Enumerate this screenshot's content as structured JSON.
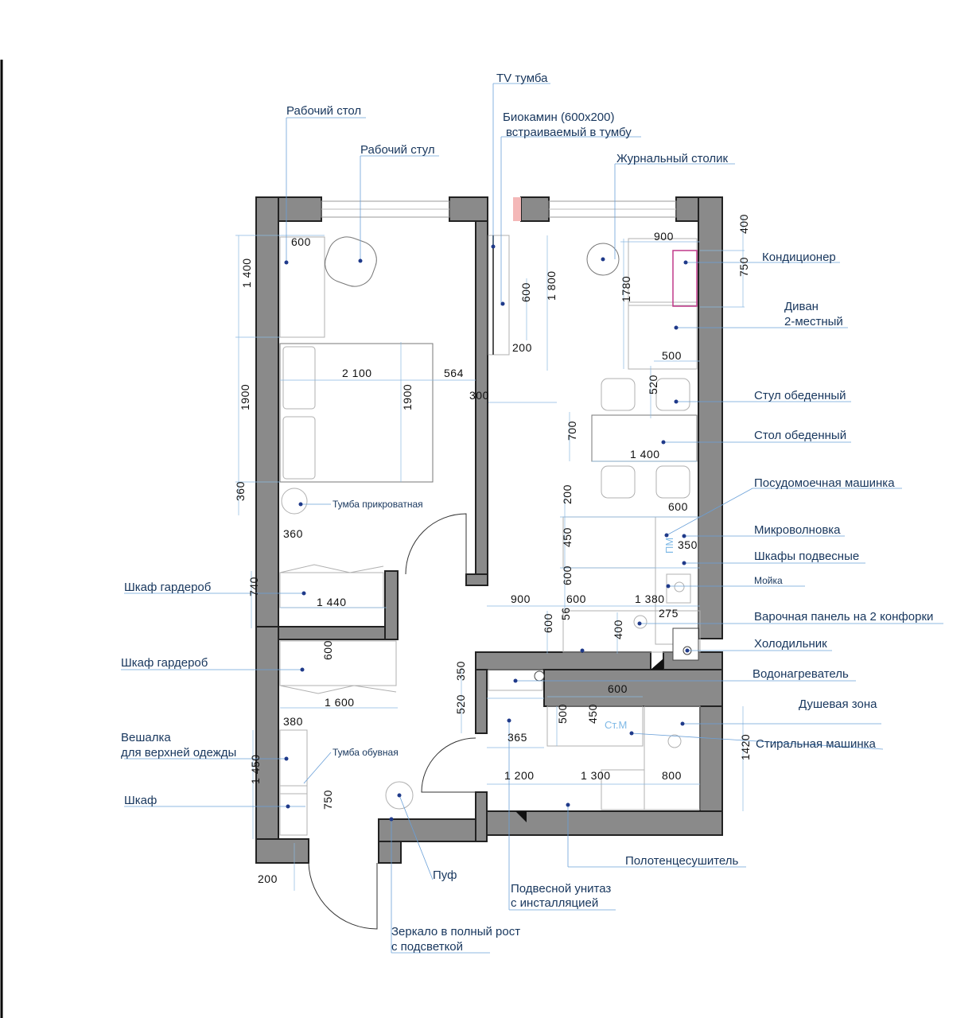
{
  "labels": {
    "tv_stand": "TV тумба",
    "biofireplace_1": "Биокамин (600х200)",
    "biofireplace_2": "встраиваемый в тумбу",
    "work_desk": "Рабочий стол",
    "work_chair": "Рабочий стул",
    "coffee_table": "Журнальный столик",
    "air_conditioner": "Кондиционер",
    "sofa_1": "Диван",
    "sofa_2": "2-местный",
    "dining_chair": "Стул обеденный",
    "dining_table": "Стол обеденный",
    "dishwasher": "Посудомоечная машинка",
    "microwave": "Микроволновка",
    "wall_cabinets": "Шкафы подвесные",
    "sink": "Мойка",
    "hob": "Варочная панель на 2 конфорки",
    "fridge": "Холодильник",
    "water_heater": "Водонагреватель",
    "shower": "Душевая зона",
    "washing_machine": "Стиральная машинка",
    "towel_dryer": "Полотенцесушитель",
    "toilet_1": "Подвесной унитаз",
    "toilet_2": "с инсталляцией",
    "mirror_1": "Зеркало в полный рост",
    "mirror_2": "с подсветкой",
    "pouf": "Пуф",
    "cabinet": "Шкаф",
    "coat_hanger_1": "Вешалка",
    "coat_hanger_2": "для верхней одежды",
    "shoe_cabinet": "Тумба обувная",
    "wardrobe_1": "Шкаф гардероб",
    "wardrobe_2": "Шкаф гардероб",
    "bedside_table": "Тумба прикроватная",
    "pm_mark": "ПМ",
    "wm_mark": "Ст.М"
  },
  "dimensions": {
    "d600_desk": "600",
    "d1400": "1 400",
    "d2100": "2 100",
    "d564": "564",
    "d1900_left": "1900",
    "d1900_bed": "1900",
    "d300": "300",
    "d360_v": "360",
    "d360_h": "360",
    "d740": "740",
    "d1440": "1 440",
    "d600_wardrobe": "600",
    "d1600": "1 600",
    "d380": "380",
    "d1450": "1 450",
    "d750_shoe": "750",
    "d200_door": "200",
    "d600_tv": "600",
    "d1800": "1 800",
    "d200_tv": "200",
    "d900_sofa": "900",
    "d400_ac": "400",
    "d750_ac": "750",
    "d1780": "1780",
    "d500_sofa": "500",
    "d520_chair": "520",
    "d700_table": "700",
    "d1400_table": "1 400",
    "d200_kitchen": "200",
    "d600_dish": "600",
    "d450_cab": "450",
    "d350_mw": "350",
    "d600_kv": "600",
    "d600_kh": "600",
    "d1380": "1 380",
    "d900_k": "900",
    "d275": "275",
    "d56": "56",
    "d600_k2": "600",
    "d400_k": "400",
    "d350_bath": "350",
    "d520_bath": "520",
    "d365": "365",
    "d600_bath": "600",
    "d500_bath": "500",
    "d450_bath": "450",
    "d1200": "1 200",
    "d1300": "1 300",
    "d800": "800",
    "d1420": "1420"
  },
  "colors": {
    "wall": "#8a8a8a",
    "label": "#17365d",
    "leader": "#6aa0d8",
    "ac_unit": "#c0398a",
    "tv_niche": "#f4b8b8"
  }
}
